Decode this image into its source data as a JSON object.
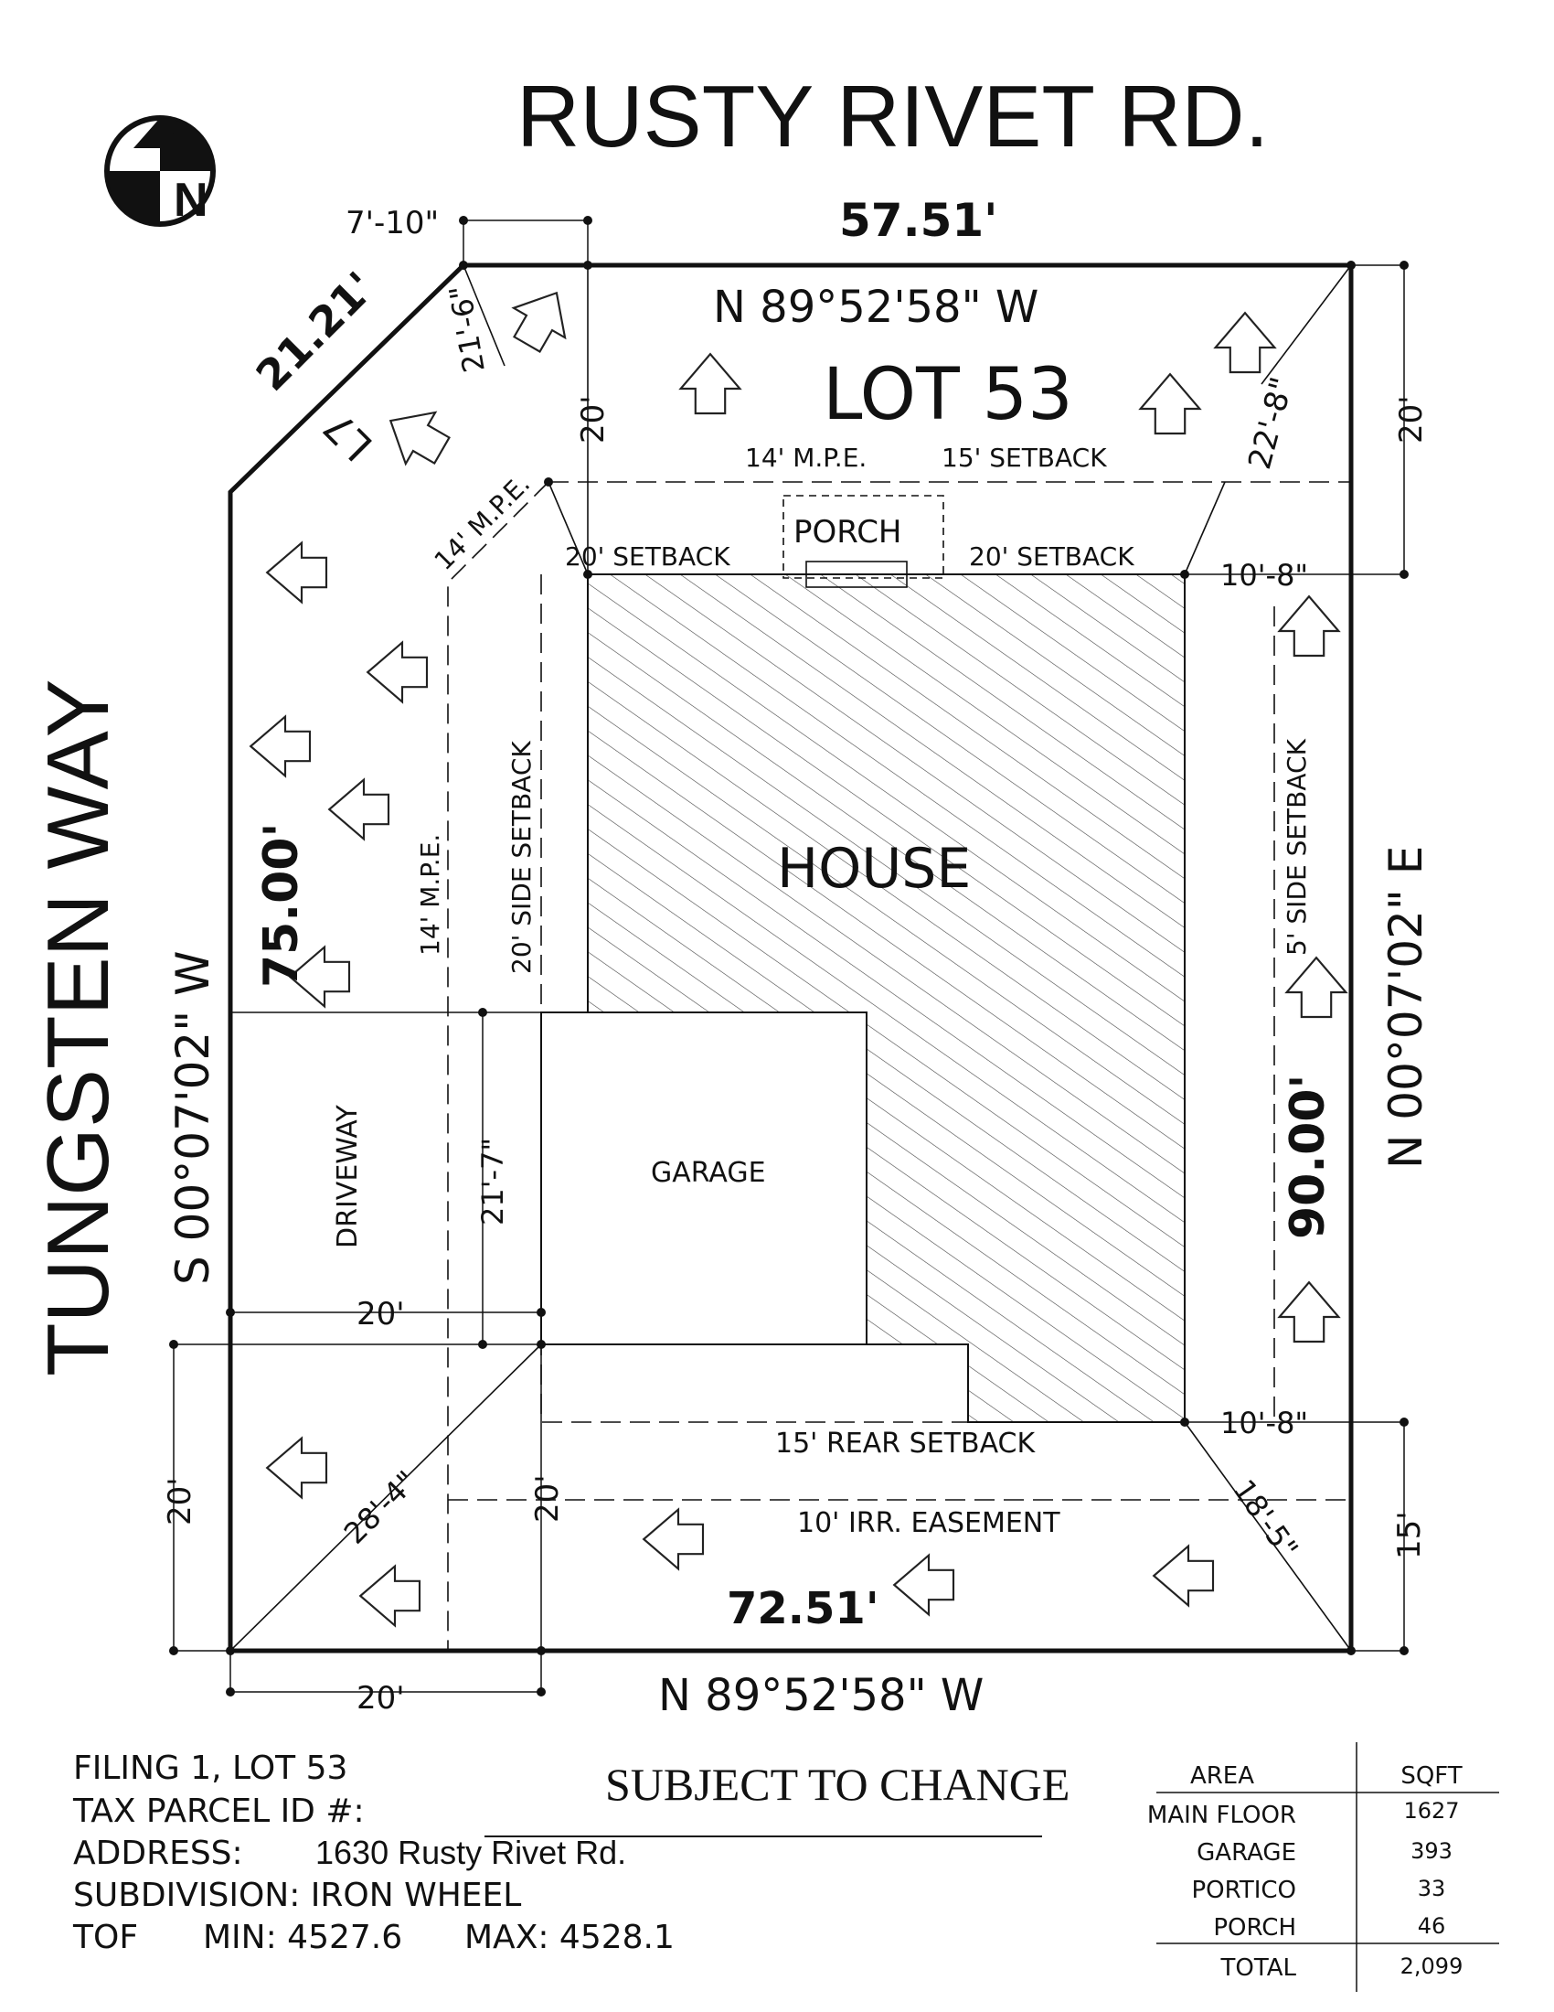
{
  "streets": {
    "north": "RUSTY RIVET RD.",
    "west": "TUNGSTEN WAY"
  },
  "north_arrow": {
    "label": "N",
    "icon": "north-arrow-icon"
  },
  "lot": {
    "name": "LOT 53",
    "boundary": {
      "north_length": "57.51'",
      "north_bearing": "N 89°52'58\" W",
      "south_length": "72.51'",
      "south_bearing": "N 89°52'58\" W",
      "west_length": "75.00'",
      "west_bearing": "S 00°07'02\" W",
      "east_length": "90.00'",
      "east_bearing": "N 00°07'02\" E",
      "corner_length": "21.21'",
      "corner_curve": "L7"
    },
    "dimensions": {
      "top_left_offset": "7'-10\"",
      "front_setback_depth": "20'",
      "east_front_depth": "20'",
      "nw_diagonal": "21'-6\"",
      "ne_diagonal": "22'-8\"",
      "east_side_top": "10'-8\"",
      "east_side_bottom": "10'-8\"",
      "garage_offset": "21'-7\"",
      "driveway_width": "20'",
      "sw_depth": "20'",
      "sw_diagonal": "28'-4\"",
      "rear_depth": "20'",
      "se_diagonal": "18'-5\"",
      "se_depth": "15'",
      "bottom_width": "20'"
    },
    "labels": {
      "house": "HOUSE",
      "garage": "GARAGE",
      "porch": "PORCH",
      "driveway": "DRIVEWAY",
      "front_mpe": "14' M.P.E.",
      "front_setback_15": "15' SETBACK",
      "nw_mpe": "14' M.P.E.",
      "setback_20_left": "20' SETBACK",
      "setback_20_right": "20' SETBACK",
      "side_setback_west": "20' SIDE SETBACK",
      "west_mpe": "14' M.P.E.",
      "side_setback_east": "5' SIDE SETBACK",
      "rear_setback": "15' REAR SETBACK",
      "irr_easement": "10' IRR. EASEMENT"
    }
  },
  "info": {
    "filing": "FILING 1, LOT 53",
    "tax_parcel_label": "TAX PARCEL ID #:",
    "address_label": "ADDRESS:",
    "address_value": "1630 Rusty Rivet Rd.",
    "subdivision": "SUBDIVISION: IRON WHEEL",
    "tof_label": "TOF",
    "tof_min": "MIN: 4527.6",
    "tof_max": "MAX: 4528.1",
    "stamp": "SUBJECT TO CHANGE"
  },
  "area_table": {
    "headers": [
      "AREA",
      "SQFT"
    ],
    "rows": [
      {
        "area": "MAIN FLOOR",
        "sqft": "1627"
      },
      {
        "area": "GARAGE",
        "sqft": "393"
      },
      {
        "area": "PORTICO",
        "sqft": "33"
      },
      {
        "area": "PORCH",
        "sqft": "46"
      }
    ],
    "total_label": "TOTAL",
    "total_value": "2,099"
  },
  "colors": {
    "ink": "#111111",
    "paper": "#ffffff"
  }
}
